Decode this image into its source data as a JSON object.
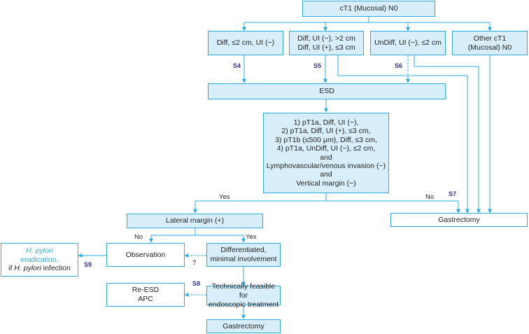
{
  "colors": {
    "line": "#29abe2",
    "box_fill": "#d8eefa",
    "step_label": "#2e3192",
    "hp_text": "#29abe2"
  },
  "nodes": {
    "ct1": "cT1 (Mucosal) N0",
    "diff_small": "Diff, ≤2 cm, UI (−)",
    "diff_large": [
      "Diff, UI (−), >2 cm",
      "Diff, UI (+), ≤3 cm"
    ],
    "undiff": "UnDiff, UI (−), ≤2 cm",
    "other": [
      "Other cT1",
      "(Mucosal) N0"
    ],
    "esd": "ESD",
    "criteria": [
      "1) pT1a, Diff, UI (−),",
      "2) pT1a, Diff, UI (+), ≤3 cm,",
      "3) pT1b (≤500 μm), Diff, ≤3 cm,",
      "4) pT1a, UnDiff, UI (−), ≤2 cm,",
      "and",
      "Lymphovascular/venous invasion (−)",
      "and",
      "Vertical margin (−)"
    ],
    "gastrectomy_right": "Gastrectomy",
    "lateral": "Lateral margin (+)",
    "observation": "Observation",
    "differentiated": [
      "Differentiated,",
      "minimal involvement"
    ],
    "hpylori": {
      "line1_italic": "H. pylori",
      "line2": "eradication,",
      "line3_prefix": "if ",
      "line3_italic": "H. pylori",
      "line3_suffix": " infection"
    },
    "reesd": [
      "Re-ESD",
      "APC"
    ],
    "feasible": [
      "Technically feasible for",
      "endoscopic treatment"
    ],
    "gastrectomy_bottom": "Gastrectomy"
  },
  "edge_labels": {
    "yes_criteria": "Yes",
    "no_criteria": "No",
    "no_lateral": "No",
    "yes_lateral": "Yes",
    "question": "?"
  },
  "steps": {
    "s4": "S4",
    "s5": "S5",
    "s6": "S6",
    "s7": "S7",
    "s8": "S8",
    "s9": "S9"
  }
}
